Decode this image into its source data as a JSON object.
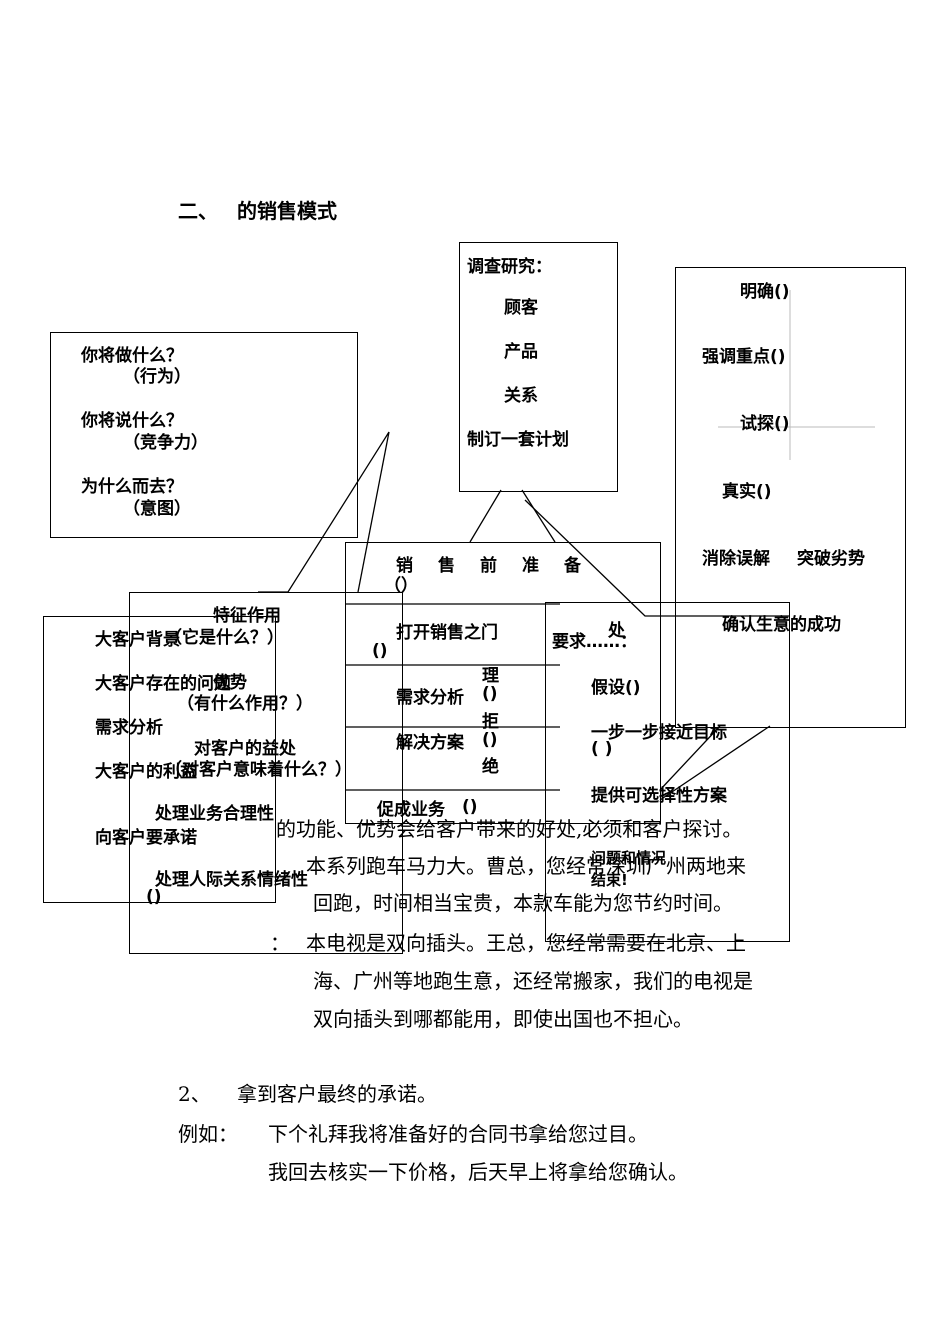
{
  "section_heading": {
    "num": "二、",
    "title": "的销售模式"
  },
  "box_what": {
    "q1": "你将做什么？",
    "a1": "（行为）",
    "q2": "你将说什么？",
    "a2": "（竞争力）",
    "q3": "为什么而去？",
    "a3": "（意图）"
  },
  "box_research": {
    "title": "调查研究：",
    "items": [
      "顾客",
      "产品",
      "关系"
    ],
    "plan": "制订一套计划"
  },
  "box_right": {
    "items": [
      "明确()",
      "强调重点()",
      "试探()",
      "真实()",
      "消除误解",
      "突破劣势",
      "确认生意的成功"
    ]
  },
  "box_center": {
    "header": "销　售　前　准　备",
    "header_paren": "（）",
    "open_door": "打开销售之门",
    "paren_left": "()",
    "needs": "需求分析",
    "side_chars": [
      "理",
      "()",
      "拒",
      "()",
      "绝"
    ],
    "solution": "解决方案",
    "close": "促成业务",
    "close_paren": "()"
  },
  "box_bottom_right": {
    "require": "要求……：",
    "chu": "处",
    "hypo": "假设()",
    "step": "一步一步接近目标",
    "step_paren": "( )",
    "alt": "提供可选择性方案",
    "issues": "问题和情况",
    "end": "结束!"
  },
  "box_left_front": {
    "items": [
      "大客户背景",
      "大客户存在的问题",
      "需求分析",
      "大客户的利益",
      "向客户要承诺"
    ]
  },
  "box_left_back": {
    "feature": "特征作用",
    "what_is": "（它是什么？）",
    "advantage": "优势",
    "what_use": "（有什么作用？）",
    "benefit": "对客户的益处",
    "mean": "（对客户意味着什么？）",
    "biz": "处理业务合理性",
    "emotion": "处理人际关系情绪性",
    "paren": "()"
  },
  "body": {
    "line1": "的功能、优势会给客户带来的好处,必须和客户探讨。",
    "line2": "本系列跑车马力大。曹总，您经常深圳广州两地来",
    "line3": "回跑，时间相当宝贵，本款车能为您节约时间。",
    "line4_prefix": "：",
    "line4": "本电视是双向插头。王总，您经常需要在北京、上",
    "line5": "海、广州等地跑生意，还经常搬家，我们的电视是",
    "line6": "双向插头到哪都能用，即使出国也不担心。",
    "item2_num": "2、",
    "item2_text": "拿到客户最终的承诺。",
    "example_label": "例如：",
    "example1": "下个礼拜我将准备好的合同书拿给您过目。",
    "example2": "我回去核实一下价格，后天早上将拿给您确认。"
  }
}
